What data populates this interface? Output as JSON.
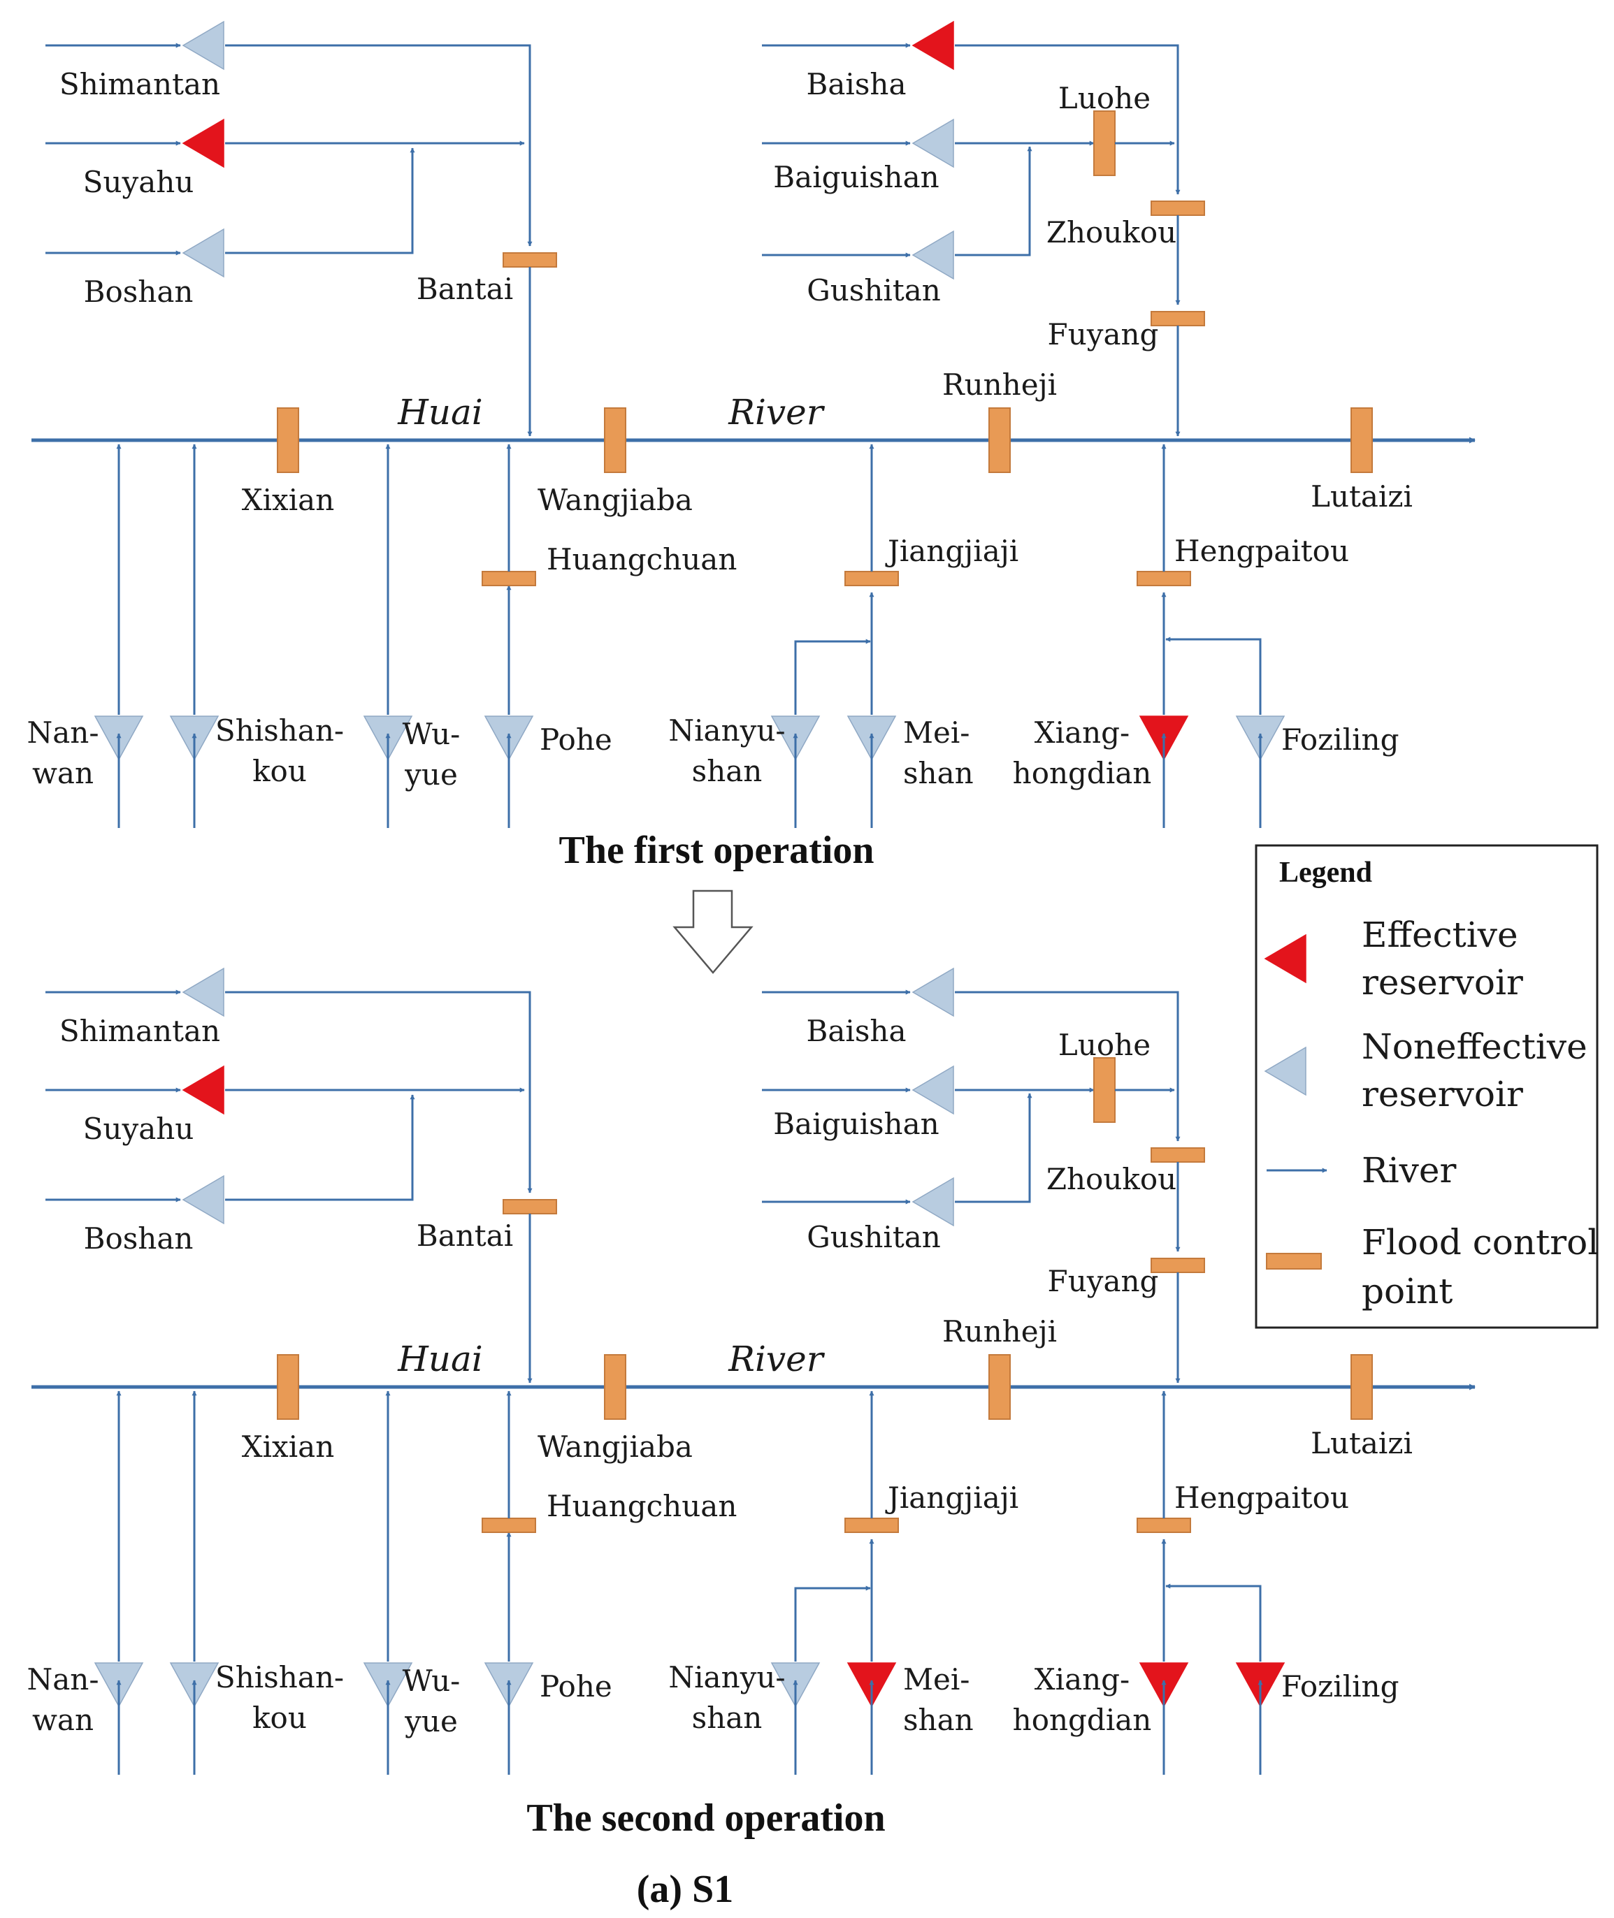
{
  "colors": {
    "river": "#3D6FA8",
    "effective": "#E3141C",
    "noneffective": "#B8CCE0",
    "noneffective_edge": "#8FA8C4",
    "flood_point": "#E89A55",
    "flood_point_edge": "#C47A3C",
    "text": "#1A1A1A"
  },
  "river_name": {
    "word1": "Huai",
    "word2": "River"
  },
  "nodes": {
    "shimantan": "Shimantan",
    "suyahu": "Suyahu",
    "boshan": "Boshan",
    "bantai": "Bantai",
    "baisha": "Baisha",
    "luohe": "Luohe",
    "baiguishan": "Baiguishan",
    "zhoukou": "Zhoukou",
    "gushitan": "Gushitan",
    "fuyang": "Fuyang",
    "runheji": "Runheji",
    "xixian": "Xixian",
    "wangjiaba": "Wangjiaba",
    "lutaizi": "Lutaizi",
    "huangchuan": "Huangchuan",
    "jiangjiaji": "Jiangjiaji",
    "hengpaitou": "Hengpaitou",
    "nanwan": [
      "Nan-",
      "wan"
    ],
    "shishankou": [
      "Shishan-",
      "kou"
    ],
    "wuyue": [
      "Wu-",
      "yue"
    ],
    "pohe": "Pohe",
    "nianyushan": [
      "Nianyu-",
      "shan"
    ],
    "meishan": [
      "Mei-",
      "shan"
    ],
    "xianghongdian": [
      "Xiang-",
      "hongdian"
    ],
    "foziling": "Foziling"
  },
  "operations": [
    {
      "caption": "The first operation",
      "reservoir_status": {
        "shimantan": "noneffective",
        "suyahu": "effective",
        "boshan": "noneffective",
        "baisha": "effective",
        "baiguishan": "noneffective",
        "gushitan": "noneffective",
        "nanwan": "noneffective",
        "shishankou": "noneffective",
        "wuyue": "noneffective",
        "pohe": "noneffective",
        "nianyushan": "noneffective",
        "meishan": "noneffective",
        "xianghongdian": "effective",
        "foziling": "noneffective"
      }
    },
    {
      "caption": "The second operation",
      "reservoir_status": {
        "shimantan": "noneffective",
        "suyahu": "effective",
        "boshan": "noneffective",
        "baisha": "noneffective",
        "baiguishan": "noneffective",
        "gushitan": "noneffective",
        "nanwan": "noneffective",
        "shishankou": "noneffective",
        "wuyue": "noneffective",
        "pohe": "noneffective",
        "nianyushan": "noneffective",
        "meishan": "effective",
        "xianghongdian": "effective",
        "foziling": "effective"
      }
    }
  ],
  "legend": {
    "title": "Legend",
    "effective": [
      "Effective",
      "reservoir"
    ],
    "noneffective": [
      "Noneffective",
      "reservoir"
    ],
    "river": "River",
    "flood": [
      "Flood control",
      "point"
    ]
  },
  "subfigure_label": "(a) S1"
}
